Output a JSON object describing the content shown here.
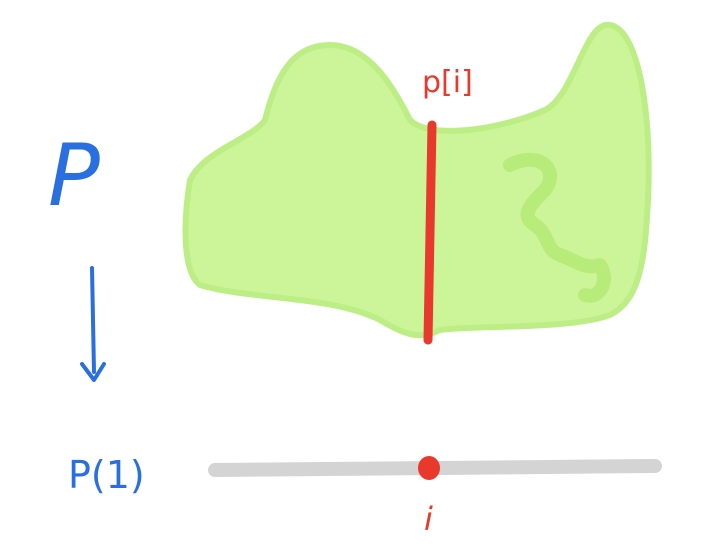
{
  "labels": {
    "space": "P",
    "fiber": "p[i]",
    "base": "P(1)",
    "index": "i"
  },
  "colors": {
    "region_fill": "#ccf59a",
    "region_stroke": "#bdee86",
    "fiber_red": "#e8392c",
    "label_blue": "#2a6fe0",
    "base_line_gray": "#d4d4d4"
  }
}
